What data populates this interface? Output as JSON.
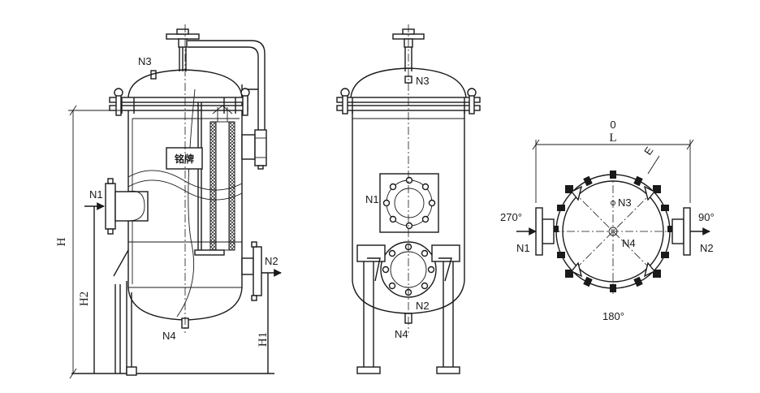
{
  "front_view": {
    "nozzle_n1": "N1",
    "nozzle_n2": "N2",
    "nozzle_n3": "N3",
    "nozzle_n4": "N4",
    "nameplate": "铭牌",
    "dim_h": "H",
    "dim_h1": "H1",
    "dim_h2": "H2"
  },
  "side_view": {
    "nozzle_n1": "N1",
    "nozzle_n2": "N2",
    "nozzle_n3": "N3",
    "nozzle_n4": "N4"
  },
  "top_view": {
    "dim_o": "0",
    "dim_l": "L",
    "dim_e": "E",
    "angle_270": "270°",
    "angle_90": "90°",
    "angle_180": "180°",
    "nozzle_n1": "N1",
    "nozzle_n2": "N2",
    "nozzle_n3": "N3",
    "nozzle_n4": "N4"
  }
}
